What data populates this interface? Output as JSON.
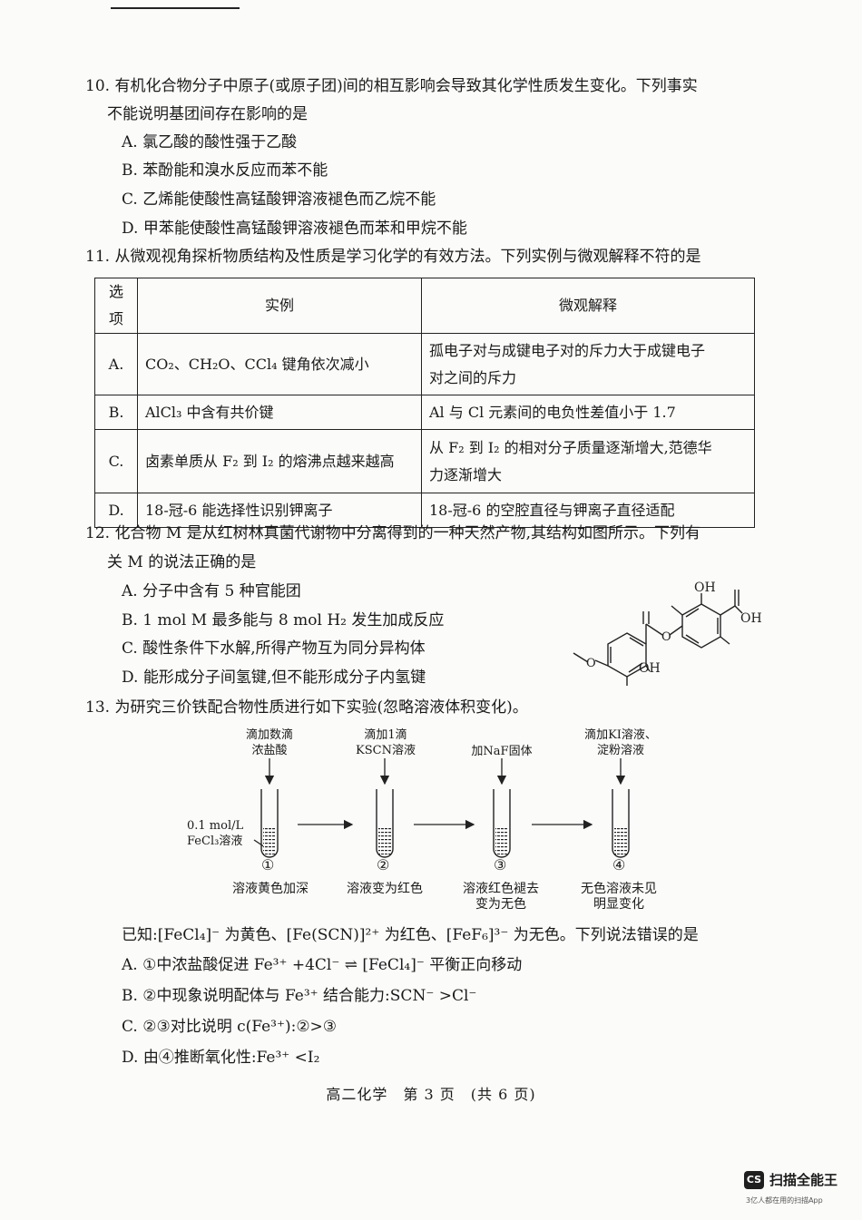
{
  "q10": {
    "stem1": "10. 有机化合物分子中原子(或原子团)间的相互影响会导致其化学性质发生变化。下列事实",
    "stem2": "不能说明基团间存在影响的是",
    "a": "A. 氯乙酸的酸性强于乙酸",
    "b": "B. 苯酚能和溴水反应而苯不能",
    "c": "C. 乙烯能使酸性高锰酸钾溶液褪色而乙烷不能",
    "d": "D. 甲苯能使酸性高锰酸钾溶液褪色而苯和甲烷不能"
  },
  "q11": {
    "stem": "11. 从微观视角探析物质结构及性质是学习化学的有效方法。下列实例与微观解释不符的是",
    "headers": [
      "选项",
      "实例",
      "微观解释"
    ],
    "rows": [
      {
        "opt": "A.",
        "example": "CO₂、CH₂O、CCl₄ 键角依次减小",
        "explain1": "孤电子对与成键电子对的斥力大于成键电子",
        "explain2": "对之间的斥力"
      },
      {
        "opt": "B.",
        "example": "AlCl₃ 中含有共价键",
        "explain1": "Al 与 Cl 元素间的电负性差值小于 1.7",
        "explain2": ""
      },
      {
        "opt": "C.",
        "example": "卤素单质从 F₂ 到 I₂ 的熔沸点越来越高",
        "explain1": "从 F₂ 到 I₂ 的相对分子质量逐渐增大,范德华",
        "explain2": "力逐渐增大"
      },
      {
        "opt": "D.",
        "example": "18-冠-6 能选择性识别钾离子",
        "explain1": "18-冠-6 的空腔直径与钾离子直径适配",
        "explain2": ""
      }
    ]
  },
  "q12": {
    "stem1": "12. 化合物 M 是从红树林真菌代谢物中分离得到的一种天然产物,其结构如图所示。下列有",
    "stem2": "关 M 的说法正确的是",
    "a": "A. 分子中含有 5 种官能团",
    "b": "B. 1 mol M 最多能与 8 mol H₂ 发生加成反应",
    "c": "C. 酸性条件下水解,所得产物互为同分异构体",
    "d": "D. 能形成分子间氢键,但不能形成分子内氢键",
    "structure_labels": {
      "oh_top": "OH",
      "oh_right": "OH",
      "oh_bottom": "OH"
    }
  },
  "q13": {
    "stem": "13. 为研究三价铁配合物性质进行如下实验(忽略溶液体积变化)。",
    "reagents": [
      {
        "l1": "滴加数滴",
        "l2": "浓盐酸"
      },
      {
        "l1": "滴加1滴",
        "l2": "KSCN溶液"
      },
      {
        "l1": "加NaF固体",
        "l2": ""
      },
      {
        "l1": "滴加KI溶液、",
        "l2": "淀粉溶液"
      }
    ],
    "start_label1": "0.1 mol/L",
    "start_label2": "FeCl₃溶液",
    "tube_numbers": [
      "①",
      "②",
      "③",
      "④"
    ],
    "observations": [
      {
        "l1": "溶液黄色加深",
        "l2": ""
      },
      {
        "l1": "溶液变为红色",
        "l2": ""
      },
      {
        "l1": "溶液红色褪去",
        "l2": "变为无色"
      },
      {
        "l1": "无色溶液未见",
        "l2": "明显变化"
      }
    ],
    "known": "已知:[FeCl₄]⁻ 为黄色、[Fe(SCN)]²⁺ 为红色、[FeF₆]³⁻ 为无色。下列说法错误的是",
    "a": "A. ①中浓盐酸促进 Fe³⁺ +4Cl⁻ ⇌ [FeCl₄]⁻ 平衡正向移动",
    "b": "B. ②中现象说明配体与 Fe³⁺ 结合能力:SCN⁻ >Cl⁻",
    "c": "C. ②③对比说明 c(Fe³⁺):②>③",
    "d": "D. 由④推断氧化性:Fe³⁺ <I₂"
  },
  "footer": "高二化学　第 3 页　(共 6 页)",
  "watermark": {
    "badge": "CS",
    "name": "扫描全能王",
    "tagline": "3亿人都在用的扫描App"
  }
}
